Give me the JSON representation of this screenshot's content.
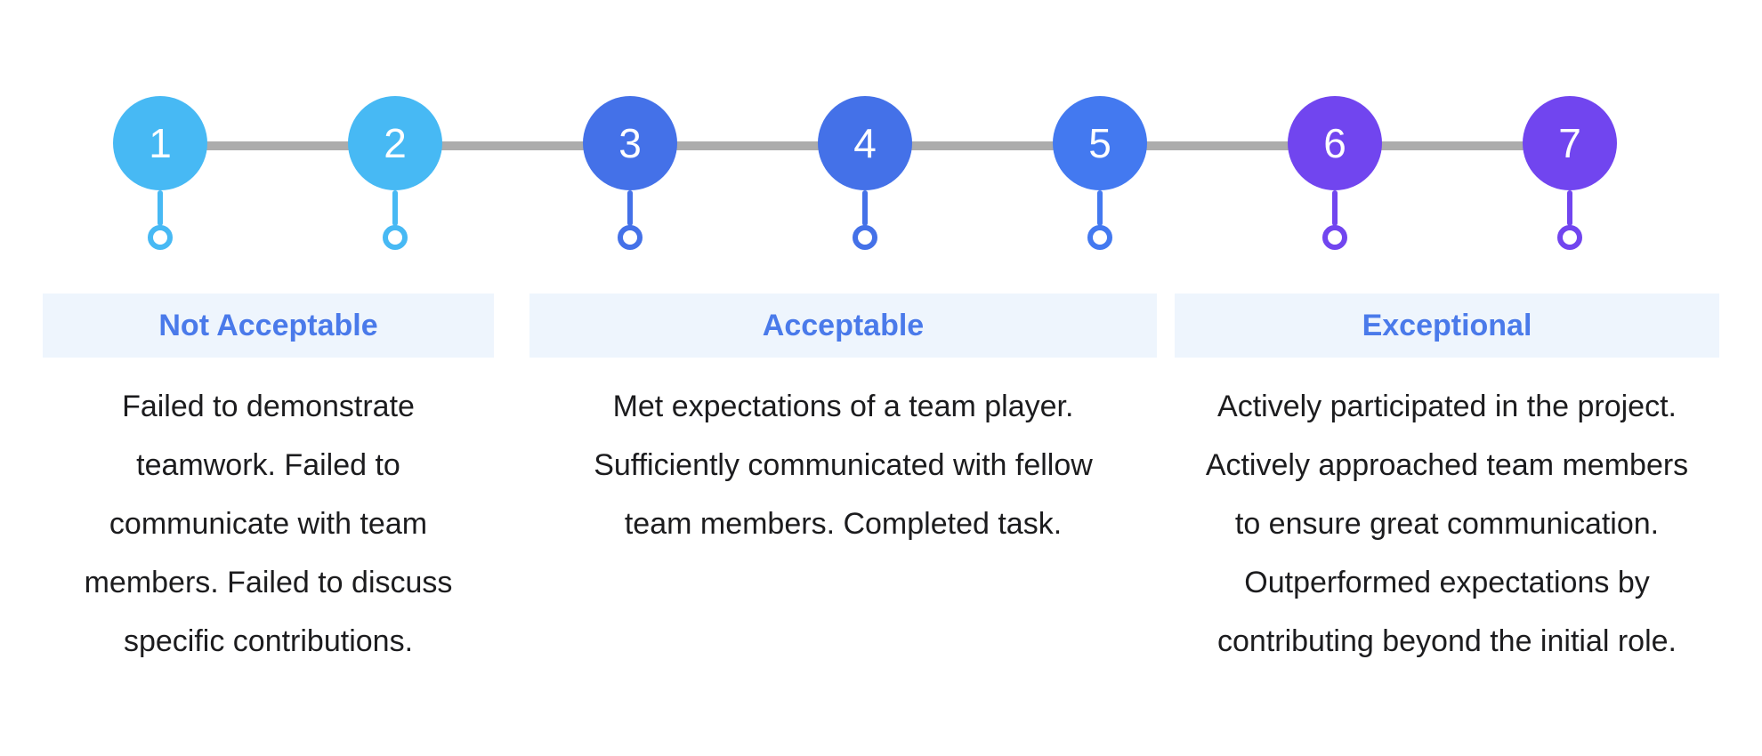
{
  "scale": {
    "track_color": "#ACACAC",
    "items": [
      {
        "label": "1",
        "color": "#47B9F4"
      },
      {
        "label": "2",
        "color": "#47B9F4"
      },
      {
        "label": "3",
        "color": "#4471E8"
      },
      {
        "label": "4",
        "color": "#4471E8"
      },
      {
        "label": "5",
        "color": "#4379F0"
      },
      {
        "label": "6",
        "color": "#7145EF"
      },
      {
        "label": "7",
        "color": "#7145EF"
      }
    ]
  },
  "colors": {
    "heading_text": "#4A7AEA",
    "heading_bg": "#EEF5FD",
    "body_text": "#1C1C1E"
  },
  "categories": [
    {
      "title": "Not Acceptable",
      "lines": [
        "Failed to demonstrate",
        "teamwork. Failed to",
        "communicate with team",
        "members. Failed to discuss",
        "specific contributions."
      ]
    },
    {
      "title": "Acceptable",
      "lines": [
        "Met expectations of a team player.",
        "Sufficiently communicated with fellow",
        "team members. Completed task."
      ]
    },
    {
      "title": "Exceptional",
      "lines": [
        "Actively participated in the project.",
        "Actively approached team members",
        "to ensure great communication.",
        "Outperformed expectations by",
        "contributing beyond the initial role."
      ]
    }
  ]
}
